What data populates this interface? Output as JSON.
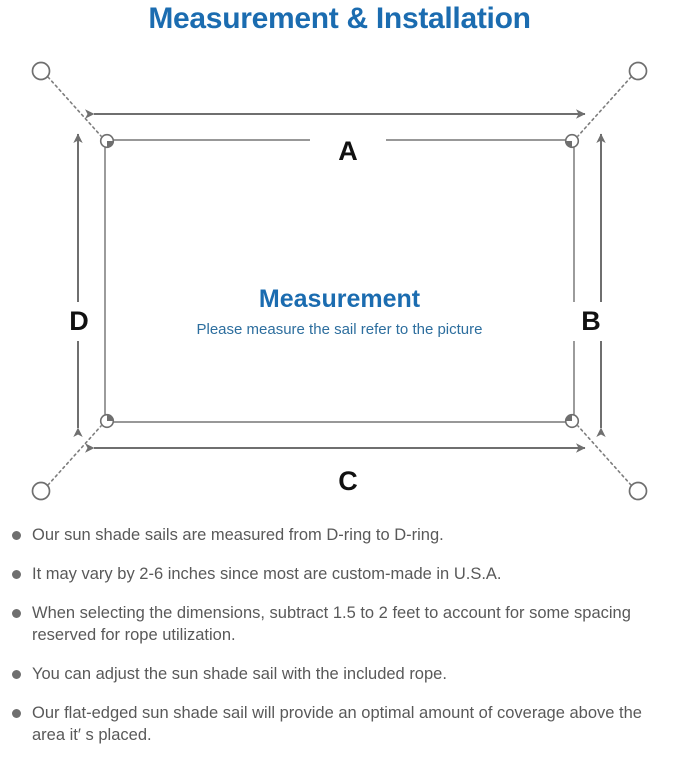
{
  "page": {
    "title": "Measurement & Installation",
    "title_color": "#1b6cb0",
    "background": "#ffffff"
  },
  "diagram": {
    "name": "sun-shade-sail-measurement-diagram",
    "center_heading": "Measurement",
    "center_subheading": "Please measure the sail refer to the picture",
    "heading_color": "#1b6cb0",
    "subheading_color": "#2d6e9e",
    "line_color": "#6f6f6f",
    "sail_edge_color": "#7a7a7a",
    "dimension_labels": [
      {
        "id": "a",
        "label": "A",
        "position": "top",
        "orientation": "horizontal"
      },
      {
        "id": "b",
        "label": "B",
        "position": "right",
        "orientation": "vertical"
      },
      {
        "id": "c",
        "label": "C",
        "position": "bottom",
        "orientation": "horizontal"
      },
      {
        "id": "d",
        "label": "D",
        "position": "left",
        "orientation": "vertical"
      }
    ],
    "anchor_points": [
      {
        "id": "top-left",
        "style": "open-circle"
      },
      {
        "id": "top-right",
        "style": "open-circle"
      },
      {
        "id": "bottom-left",
        "style": "open-circle"
      },
      {
        "id": "bottom-right",
        "style": "open-circle"
      }
    ],
    "d_rings": [
      {
        "id": "d-ring-top-left"
      },
      {
        "id": "d-ring-top-right"
      },
      {
        "id": "d-ring-bottom-left"
      },
      {
        "id": "d-ring-bottom-right"
      }
    ],
    "rope_style": "dotted"
  },
  "notes": {
    "bullet_color": "#6f6f6f",
    "text_color": "#595959",
    "items": [
      "Our sun shade sails are measured from D-ring to D-ring.",
      "It may vary by 2-6 inches since most are custom-made in U.S.A.",
      "When selecting the dimensions, subtract 1.5 to 2 feet to account for some spacing reserved for rope utilization.",
      "You can adjust the sun shade sail with the included rope.",
      "Our flat-edged sun shade sail will provide an optimal amount of coverage above the area it′ s placed."
    ]
  }
}
